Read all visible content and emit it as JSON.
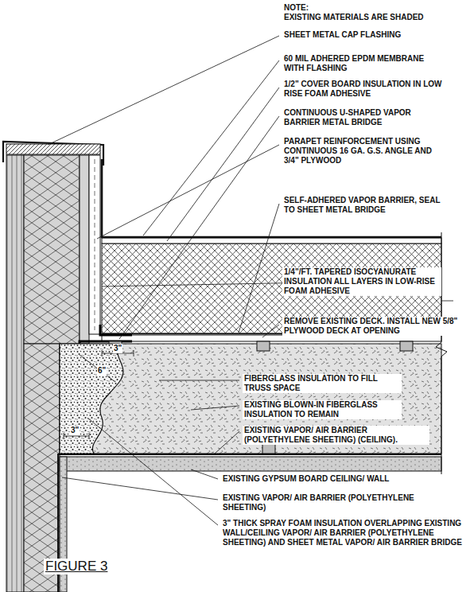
{
  "diagram": {
    "caption": "FIGURE 3",
    "labels": [
      "NOTE:",
      "EXISTING MATERIALS ARE SHADED",
      "SHEET METAL CAP FLASHING",
      "60 MIL ADHERED EPDM MEMBRANE WITH FLASHING",
      "1/2\" COVER BOARD INSULATION IN LOW RISE FOAM ADHESIVE",
      "CONTINUOUS U-SHAPED VAPOR BARRIER METAL BRIDGE",
      "PARAPET REINFORCEMENT USING CONTINUOUS 16 GA. G.S. ANGLE AND 3/4\" PLYWOOD",
      "SELF-ADHERED VAPOR BARRIER, SEAL TO SHEET METAL BRIDGE",
      "1/4\"/FT. TAPERED ISOCYANURATE INSULATION ALL LAYERS IN LOW-RISE FOAM ADHESIVE",
      "REMOVE EXISTING DECK. INSTALL NEW 5/8\" PLYWOOD DECK AT OPENING",
      "FIBERGLASS INSULATION TO FILL TRUSS SPACE",
      "EXISTING BLOWN-IN FIBERGLASS INSULATION TO REMAIN",
      "EXISTING VAPOR/ AIR BARRIER (POLYETHYLENE SHEETING) (CEILING).",
      "EXISTING GYPSUM BOARD CEILING/ WALL",
      "EXISTING VAPOR/ AIR BARRIER (POLYETHYLENE SHEETING)",
      "3\" THICK SPRAY FOAM INSULATION OVERLAPPING EXISTING WALL/CEILING VAPOR/ AIR BARRIER (POLYETHYLENE SHEETING) AND SHEET METAL VAPOR/ AIR BARRIER BRIDGE",
      "3\"",
      "6\"",
      "3\""
    ]
  }
}
